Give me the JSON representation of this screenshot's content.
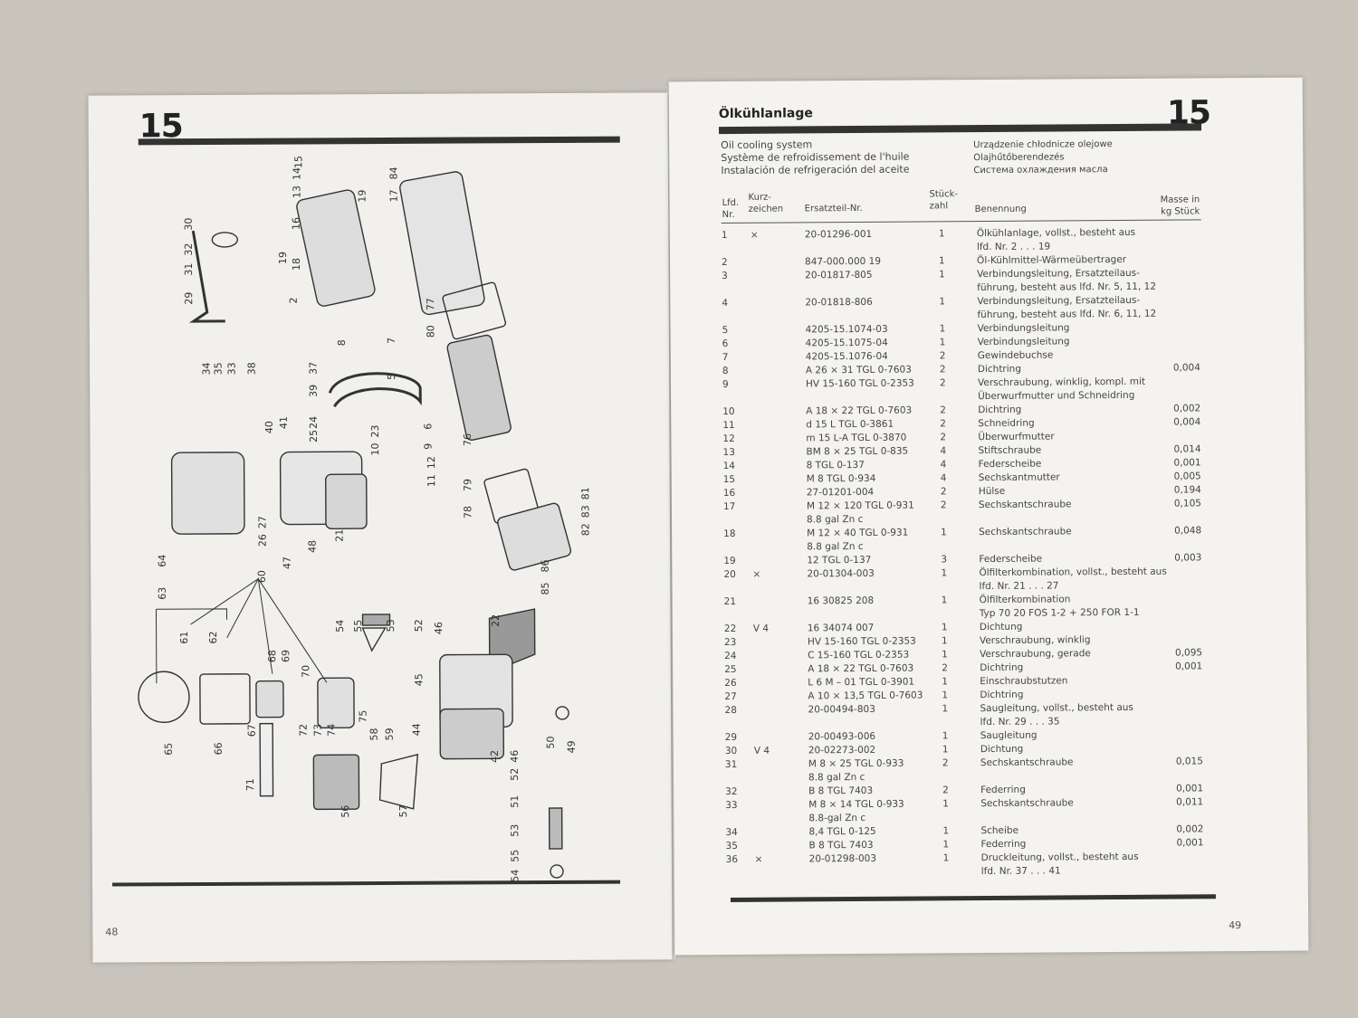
{
  "left_page": {
    "section_number": "15",
    "page_number": "48",
    "callouts": [
      "30",
      "32",
      "31",
      "29",
      "19",
      "18",
      "16",
      "13",
      "14",
      "15",
      "19",
      "17",
      "84",
      "2",
      "8",
      "7",
      "77",
      "80",
      "34",
      "35",
      "33",
      "38",
      "37",
      "39",
      "5",
      "40",
      "41",
      "24",
      "25",
      "10",
      "23",
      "6",
      "9",
      "12",
      "11",
      "76",
      "79",
      "78",
      "81",
      "83",
      "82",
      "86",
      "85",
      "26",
      "27",
      "47",
      "48",
      "21",
      "64",
      "63",
      "60",
      "61",
      "62",
      "68",
      "69",
      "70",
      "54",
      "55",
      "53",
      "52",
      "46",
      "22",
      "45",
      "65",
      "66",
      "67",
      "71",
      "72",
      "73",
      "74",
      "75",
      "58",
      "59",
      "44",
      "42",
      "46",
      "52",
      "51",
      "50",
      "49",
      "56",
      "57",
      "53",
      "55",
      "54"
    ]
  },
  "right_page": {
    "title": "Ölkühlanlage",
    "section_number": "15",
    "page_number": "49",
    "subtitles_left": [
      "Oil cooling system",
      "Système de refroidissement de l'huile",
      "Instalación de refrigeración del aceite"
    ],
    "subtitles_right": [
      "Urządzenie chłodnicze olejowe",
      "Olajhűtőberendezés",
      "Система охлаждения масла"
    ],
    "columns": {
      "lfd": [
        "Lfd.",
        "Nr."
      ],
      "kurz": [
        "Kurz-",
        "zeichen"
      ],
      "ersatz": "Ersatzteil-Nr.",
      "stueck": [
        "Stück-",
        "zahl"
      ],
      "benennung": "Benennung",
      "masse": [
        "Masse in",
        "kg Stück"
      ]
    },
    "rows": [
      {
        "no": "1",
        "k": "×",
        "e": [
          "20-01296-001"
        ],
        "s": "1",
        "b": [
          "Ölkühlanlage, vollst., besteht aus",
          "lfd. Nr. 2 . . . 19"
        ],
        "m": ""
      },
      {
        "no": "2",
        "k": "",
        "e": [
          "847-000.000 19"
        ],
        "s": "1",
        "b": [
          "Öl-Kühlmittel-Wärmeübertrager"
        ],
        "m": ""
      },
      {
        "no": "3",
        "k": "",
        "e": [
          "20-01817-805"
        ],
        "s": "1",
        "b": [
          "Verbindungsleitung, Ersatzteilaus-",
          "führung, besteht aus lfd. Nr. 5, 11, 12"
        ],
        "m": ""
      },
      {
        "no": "4",
        "k": "",
        "e": [
          "20-01818-806"
        ],
        "s": "1",
        "b": [
          "Verbindungsleitung, Ersatzteilaus-",
          "führung, besteht aus lfd. Nr. 6, 11, 12"
        ],
        "m": ""
      },
      {
        "no": "5",
        "k": "",
        "e": [
          "4205-15.1074-03"
        ],
        "s": "1",
        "b": [
          "Verbindungsleitung"
        ],
        "m": ""
      },
      {
        "no": "6",
        "k": "",
        "e": [
          "4205-15.1075-04"
        ],
        "s": "1",
        "b": [
          "Verbindungsleitung"
        ],
        "m": ""
      },
      {
        "no": "7",
        "k": "",
        "e": [
          "4205-15.1076-04"
        ],
        "s": "2",
        "b": [
          "Gewindebuchse"
        ],
        "m": ""
      },
      {
        "no": "8",
        "k": "",
        "e": [
          "A 26 × 31 TGL 0-7603"
        ],
        "s": "2",
        "b": [
          "Dichtring"
        ],
        "m": "0,004"
      },
      {
        "no": "9",
        "k": "",
        "e": [
          "HV 15-160 TGL 0-2353"
        ],
        "s": "2",
        "b": [
          "Verschraubung, winklig, kompl. mit",
          "Überwurfmutter und Schneidring"
        ],
        "m": ""
      },
      {
        "no": "10",
        "k": "",
        "e": [
          "A 18 × 22 TGL 0-7603"
        ],
        "s": "2",
        "b": [
          "Dichtring"
        ],
        "m": "0,002"
      },
      {
        "no": "11",
        "k": "",
        "e": [
          "d 15 L TGL 0-3861"
        ],
        "s": "2",
        "b": [
          "Schneidring"
        ],
        "m": "0,004"
      },
      {
        "no": "12",
        "k": "",
        "e": [
          "m 15 L-A TGL 0-3870"
        ],
        "s": "2",
        "b": [
          "Überwurfmutter"
        ],
        "m": ""
      },
      {
        "no": "13",
        "k": "",
        "e": [
          "BM 8 × 25 TGL 0-835"
        ],
        "s": "4",
        "b": [
          "Stiftschraube"
        ],
        "m": "0,014"
      },
      {
        "no": "14",
        "k": "",
        "e": [
          "8 TGL 0-137"
        ],
        "s": "4",
        "b": [
          "Federscheibe"
        ],
        "m": "0,001"
      },
      {
        "no": "15",
        "k": "",
        "e": [
          "M 8 TGL 0-934"
        ],
        "s": "4",
        "b": [
          "Sechskantmutter"
        ],
        "m": "0,005"
      },
      {
        "no": "16",
        "k": "",
        "e": [
          "27-01201-004"
        ],
        "s": "2",
        "b": [
          "Hülse"
        ],
        "m": "0,194"
      },
      {
        "no": "17",
        "k": "",
        "e": [
          "M 12 × 120 TGL 0-931",
          "8.8 gal Zn c"
        ],
        "s": "2",
        "b": [
          "Sechskantschraube"
        ],
        "m": "0,105"
      },
      {
        "no": "18",
        "k": "",
        "e": [
          "M 12 × 40 TGL 0-931",
          "8.8 gal Zn c"
        ],
        "s": "1",
        "b": [
          "Sechskantschraube"
        ],
        "m": "0,048"
      },
      {
        "no": "19",
        "k": "",
        "e": [
          "12 TGL 0-137"
        ],
        "s": "3",
        "b": [
          "Federscheibe"
        ],
        "m": "0,003"
      },
      {
        "no": "20",
        "k": "×",
        "e": [
          "20-01304-003"
        ],
        "s": "1",
        "b": [
          "Ölfilterkombination, vollst., besteht aus",
          "lfd. Nr. 21 . . . 27"
        ],
        "m": ""
      },
      {
        "no": "21",
        "k": "",
        "e": [
          "16 30825 208"
        ],
        "s": "1",
        "b": [
          "Ölfilterkombination",
          "Typ 70 20 FOS 1-2 + 250 FOR 1-1"
        ],
        "m": ""
      },
      {
        "no": "22",
        "k": "V 4",
        "e": [
          "16 34074 007"
        ],
        "s": "1",
        "b": [
          "Dichtung"
        ],
        "m": ""
      },
      {
        "no": "23",
        "k": "",
        "e": [
          "HV 15-160 TGL 0-2353"
        ],
        "s": "1",
        "b": [
          "Verschraubung, winklig"
        ],
        "m": ""
      },
      {
        "no": "24",
        "k": "",
        "e": [
          "C 15-160 TGL 0-2353"
        ],
        "s": "1",
        "b": [
          "Verschraubung, gerade"
        ],
        "m": "0,095"
      },
      {
        "no": "25",
        "k": "",
        "e": [
          "A 18 × 22 TGL 0-7603"
        ],
        "s": "2",
        "b": [
          "Dichtring"
        ],
        "m": "0,001"
      },
      {
        "no": "26",
        "k": "",
        "e": [
          "L 6 M – 01 TGL 0-3901"
        ],
        "s": "1",
        "b": [
          "Einschraubstutzen"
        ],
        "m": ""
      },
      {
        "no": "27",
        "k": "",
        "e": [
          "A 10 × 13,5 TGL 0-7603"
        ],
        "s": "1",
        "b": [
          "Dichtring"
        ],
        "m": ""
      },
      {
        "no": "28",
        "k": "",
        "e": [
          "20-00494-803"
        ],
        "s": "1",
        "b": [
          "Saugleitung, vollst., besteht aus",
          "lfd. Nr. 29 . . . 35"
        ],
        "m": ""
      },
      {
        "no": "29",
        "k": "",
        "e": [
          "20-00493-006"
        ],
        "s": "1",
        "b": [
          "Saugleitung"
        ],
        "m": ""
      },
      {
        "no": "30",
        "k": "V 4",
        "e": [
          "20-02273-002"
        ],
        "s": "1",
        "b": [
          "Dichtung"
        ],
        "m": ""
      },
      {
        "no": "31",
        "k": "",
        "e": [
          "M 8 × 25 TGL 0-933",
          "8.8 gal Zn c"
        ],
        "s": "2",
        "b": [
          "Sechskantschraube"
        ],
        "m": "0,015"
      },
      {
        "no": "32",
        "k": "",
        "e": [
          "B 8 TGL 7403"
        ],
        "s": "2",
        "b": [
          "Federring"
        ],
        "m": "0,001"
      },
      {
        "no": "33",
        "k": "",
        "e": [
          "M 8 × 14 TGL 0-933",
          "8.8-gal Zn c"
        ],
        "s": "1",
        "b": [
          "Sechskantschraube"
        ],
        "m": "0,011"
      },
      {
        "no": "34",
        "k": "",
        "e": [
          "8,4 TGL 0-125"
        ],
        "s": "1",
        "b": [
          "Scheibe"
        ],
        "m": "0,002"
      },
      {
        "no": "35",
        "k": "",
        "e": [
          "B 8 TGL 7403"
        ],
        "s": "1",
        "b": [
          "Federring"
        ],
        "m": "0,001"
      },
      {
        "no": "36",
        "k": "×",
        "e": [
          "20-01298-003"
        ],
        "s": "1",
        "b": [
          "Druckleitung, vollst., besteht aus",
          "lfd. Nr. 37 . . . 41"
        ],
        "m": ""
      }
    ]
  }
}
